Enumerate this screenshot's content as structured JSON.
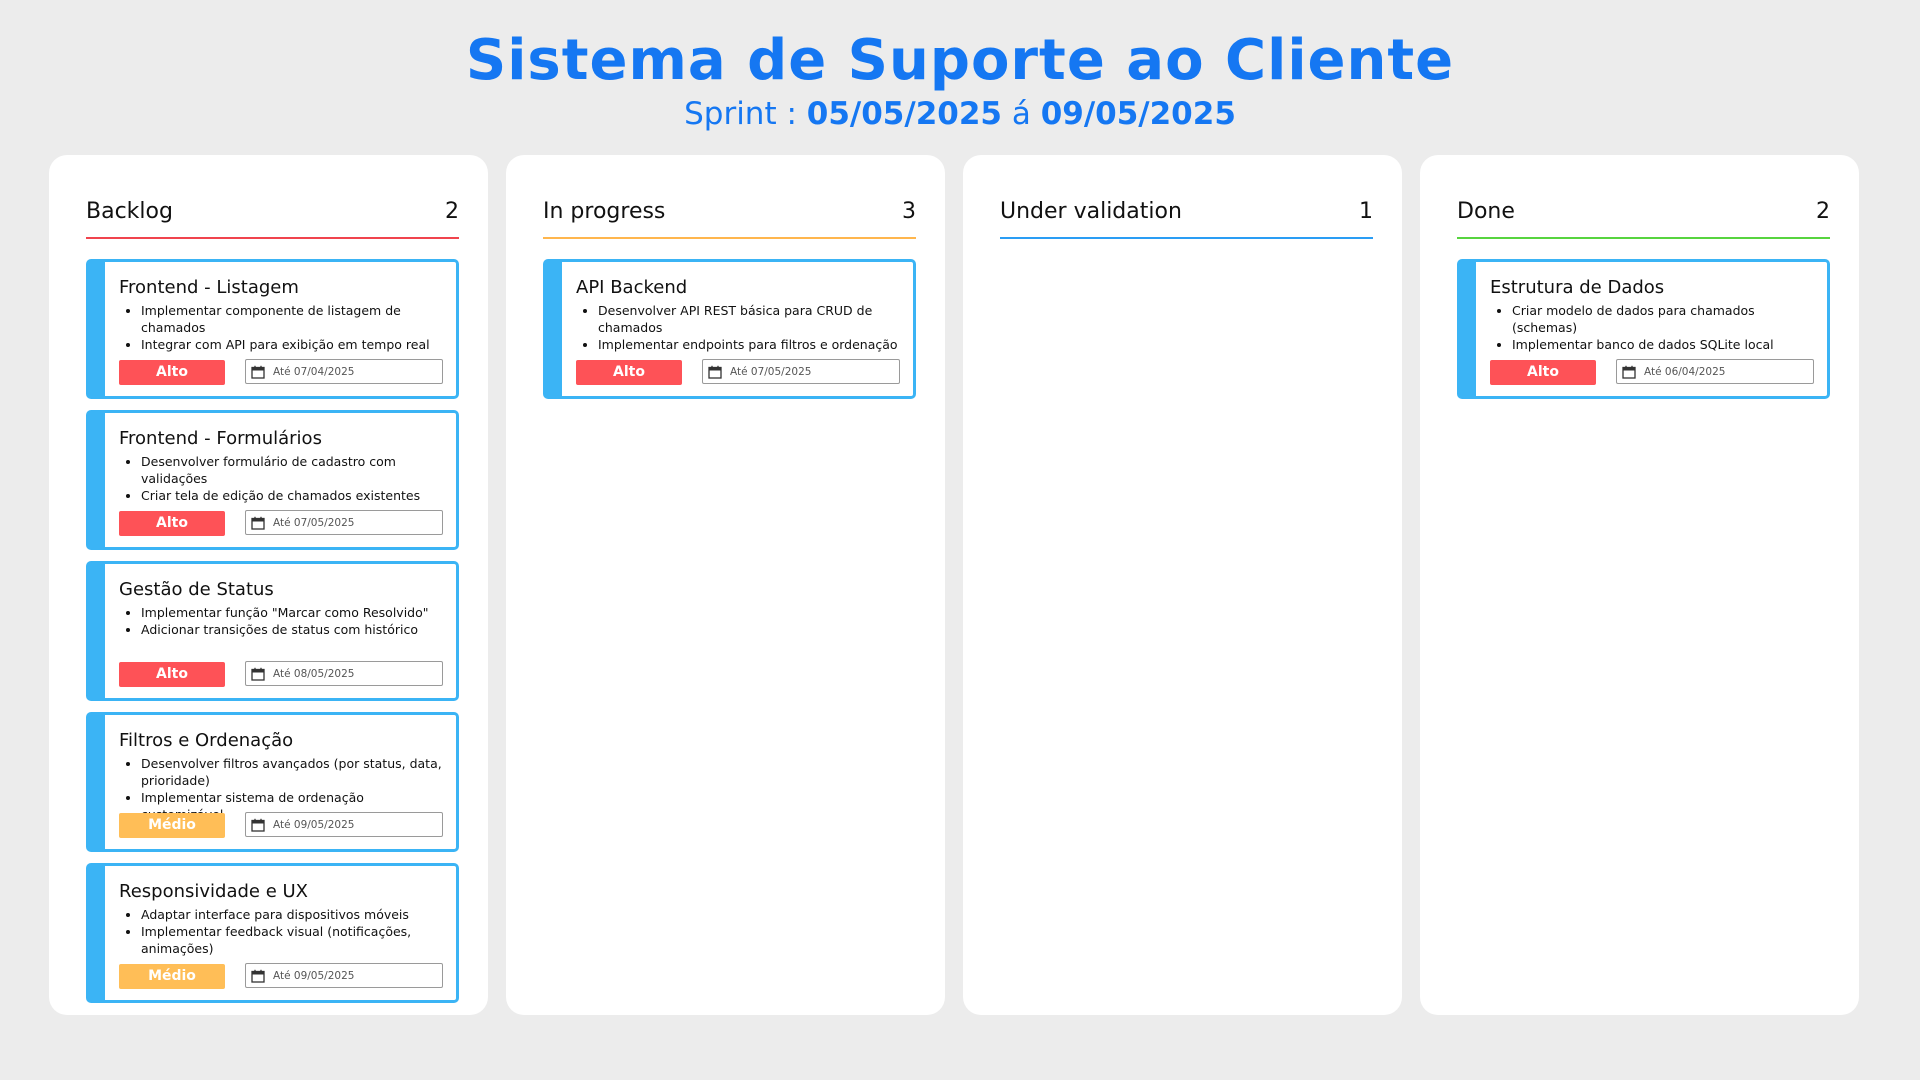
{
  "header": {
    "title": "Sistema de Suporte ao Cliente",
    "sprint_prefix": "Sprint : ",
    "sprint_start": "05/05/2025",
    "sprint_sep": " á ",
    "sprint_end": "09/05/2025"
  },
  "colors": {
    "title": "#1577f2",
    "card_border": "#3bb4f5",
    "alto": "#fe5257",
    "medio": "#ffbe57",
    "backlog_line": "#f0444d",
    "in_progress_line": "#ffb64d",
    "under_validation_line": "#2a9df4",
    "done_line": "#57d43f"
  },
  "columns": [
    {
      "name": "Backlog",
      "count": "2",
      "line_color": "#f0444d",
      "cards": [
        {
          "title": "Frontend - Listagem",
          "tasks": [
            "Implementar componente de listagem de chamados",
            "Integrar com API para exibição em tempo real"
          ],
          "priority": "Alto",
          "priority_color": "#fe5257",
          "due": "Até 07/04/2025",
          "icon": "calendar-icon"
        },
        {
          "title": "Frontend - Formulários",
          "tasks": [
            "Desenvolver formulário de cadastro com validações",
            "Criar tela de edição de chamados existentes"
          ],
          "priority": "Alto",
          "priority_color": "#fe5257",
          "due": "Até 07/05/2025",
          "icon": "calendar-icon"
        },
        {
          "title": "Gestão de Status",
          "tasks": [
            "Implementar função \"Marcar como Resolvido\"",
            "Adicionar transições de status com histórico"
          ],
          "priority": "Alto",
          "priority_color": "#fe5257",
          "due": "Até 08/05/2025",
          "icon": "calendar-icon"
        },
        {
          "title": "Filtros e Ordenação",
          "tasks": [
            "Desenvolver filtros avançados (por status, data, prioridade)",
            "Implementar sistema de ordenação customizável"
          ],
          "priority": "Médio",
          "priority_color": "#ffbe57",
          "due": "Até 09/05/2025",
          "icon": "calendar-icon"
        },
        {
          "title": "Responsividade e UX",
          "tasks": [
            "Adaptar interface para dispositivos móveis",
            "Implementar feedback visual (notificações, animações)"
          ],
          "priority": "Médio",
          "priority_color": "#ffbe57",
          "due": "Até 09/05/2025",
          "icon": "calendar-icon"
        }
      ]
    },
    {
      "name": "In progress",
      "count": "3",
      "line_color": "#ffb64d",
      "cards": [
        {
          "title": "API Backend",
          "tasks": [
            "Desenvolver API REST básica para CRUD de chamados",
            "Implementar endpoints para filtros e ordenação"
          ],
          "priority": "Alto",
          "priority_color": "#fe5257",
          "due": "Até 07/05/2025",
          "icon": "calendar-icon"
        }
      ]
    },
    {
      "name": "Under validation",
      "count": "1",
      "line_color": "#2a9df4",
      "cards": []
    },
    {
      "name": "Done",
      "count": "2",
      "line_color": "#57d43f",
      "cards": [
        {
          "title": "Estrutura de Dados",
          "tasks": [
            "Criar modelo de dados para chamados (schemas)",
            "Implementar banco de dados SQLite local"
          ],
          "priority": "Alto",
          "priority_color": "#fe5257",
          "due": "Até 06/04/2025",
          "icon": "calendar-icon"
        }
      ]
    }
  ]
}
